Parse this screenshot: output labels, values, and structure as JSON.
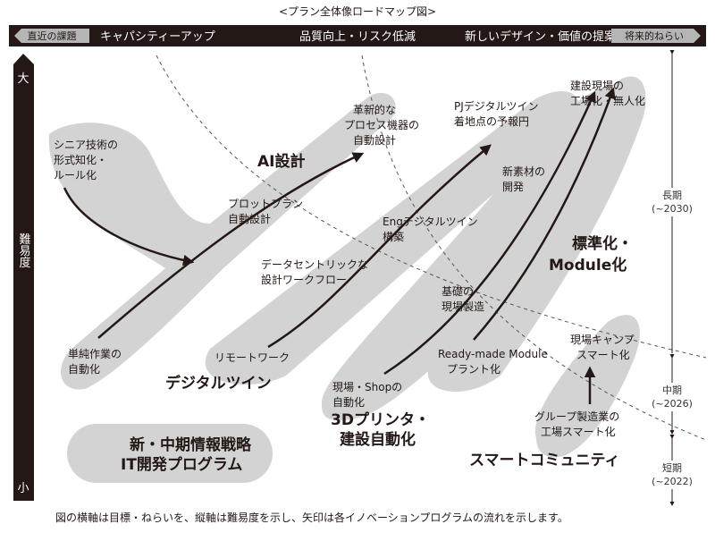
{
  "title": "<プラン全体像ロードマップ図>",
  "header": {
    "left_tag": "直近の課題",
    "col1": "キャパシティーアップ",
    "col2": "品質向上・リスク低減",
    "col3": "新しいデザイン・価値の提案",
    "right_tag": "将来的ねらい"
  },
  "axis": {
    "top": "大",
    "label": "難易度",
    "bottom": "小"
  },
  "periods": [
    {
      "name": "長期",
      "years": "(~2030)"
    },
    {
      "name": "中期",
      "years": "(~2026)"
    },
    {
      "name": "短期",
      "years": "(~2022)"
    }
  ],
  "groups": {
    "ai": "AI設計",
    "digital_twin": "デジタルツイン",
    "printer_l1": "3Dプリンタ・",
    "printer_l2": "建設自動化",
    "standard_l1": "標準化・",
    "standard_l2": "Module化",
    "smart": "スマートコミュニティ",
    "it_l1": "新・中期情報戦略",
    "it_l2": "IT開発プログラム"
  },
  "items": {
    "senior": [
      "シニア技術の",
      "形式知化・",
      "ルール化"
    ],
    "plot": [
      "プロットプラン",
      "自動設計"
    ],
    "process": [
      "革新的な",
      "プロセス機器の",
      "自動設計"
    ],
    "simple": [
      "単純作業の",
      "自動化"
    ],
    "pj": [
      "PJデジタルツイン",
      "着地点の予報円"
    ],
    "eng": [
      "Engデジタルツイン",
      "構築"
    ],
    "data": [
      "データセントリックな",
      "設計ワークフロー"
    ],
    "remote": [
      "リモートワーク"
    ],
    "material": [
      "新素材の",
      "開発"
    ],
    "site": [
      "建設現場の",
      "工場化・無人化"
    ],
    "base": [
      "基礎の",
      "現場製造"
    ],
    "shop": [
      "現場・Shopの",
      "自動化"
    ],
    "ready": [
      "Ready-made Module",
      "プラント化"
    ],
    "camp": [
      "現場キャンプ",
      "スマート化"
    ],
    "group": [
      "グループ製造業の",
      "工場スマート化"
    ]
  },
  "footnote": "図の横軸は目標・ねらいを、縦軸は難易度を示し、矢印は各イノベーションプログラムの流れを示します。",
  "colors": {
    "dark": "#231815",
    "blob": "#d3d3d3",
    "tag": "#b5b5b5"
  }
}
